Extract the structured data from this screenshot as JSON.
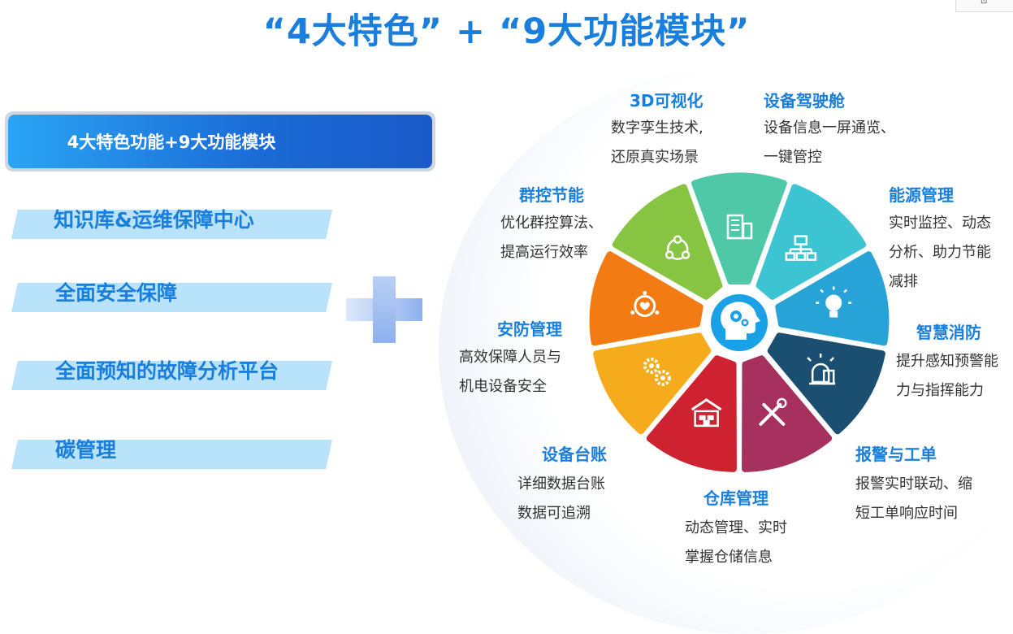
{
  "title": "“4大特色”  +  “9大功能模块”",
  "main_box": "4大特色功能+9大功能模块",
  "features": [
    "知识库&运维保障中心",
    "全面安全保障",
    "全面预知的故障分析平台",
    "碳管理"
  ],
  "modules": [
    {
      "title": "3D可视化",
      "desc": [
        "数字孪生技术,",
        "还原真实场景"
      ],
      "color": "#4fc8a8",
      "icon": "building-icon"
    },
    {
      "title": "设备驾驶舱",
      "desc": [
        "设备信息一屏通览、",
        "一键管控"
      ],
      "color": "#3cc4d2",
      "icon": "hierarchy-icon"
    },
    {
      "title": "能源管理",
      "desc": [
        "实时监控、动态",
        "分析、助力节能",
        "减排"
      ],
      "color": "#28a3d8",
      "icon": "lightbulb-icon"
    },
    {
      "title": "智慧消防",
      "desc": [
        "提升感知预警能",
        "力与指挥能力"
      ],
      "color": "#1b4f72",
      "icon": "alarm-icon"
    },
    {
      "title": "报警与工单",
      "desc": [
        "报警实时联动、缩",
        "短工单响应时间"
      ],
      "color": "#a6315e",
      "icon": "tools-icon"
    },
    {
      "title": "仓库管理",
      "desc": [
        "动态管理、实时",
        "掌握仓储信息"
      ],
      "color": "#cf2231",
      "icon": "warehouse-icon"
    },
    {
      "title": "设备台账",
      "desc": [
        "详细数据台账",
        "数据可追溯"
      ],
      "color": "#f6ab1d",
      "icon": "gears-icon"
    },
    {
      "title": "安防管理",
      "desc": [
        "高效保障人员与",
        "机电设备安全"
      ],
      "color": "#f37b13",
      "icon": "security-icon"
    },
    {
      "title": "群控节能",
      "desc": [
        "优化群控算法、",
        "提高运行效率"
      ],
      "color": "#86c441",
      "icon": "network-icon"
    }
  ],
  "center_icon": "brain-gear-icon"
}
